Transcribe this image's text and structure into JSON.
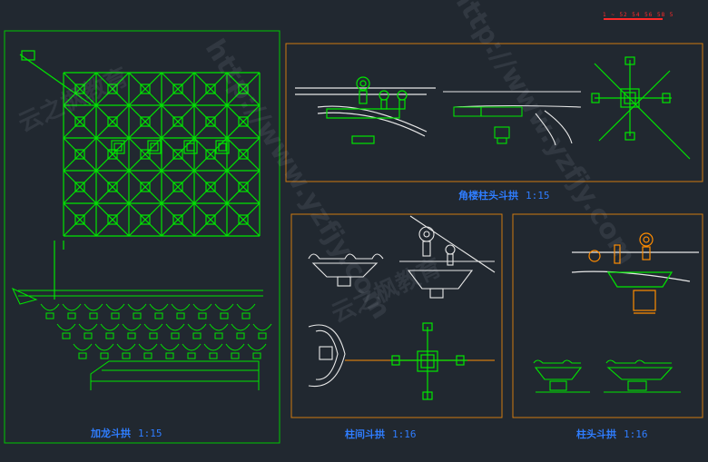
{
  "captions": {
    "left": {
      "title": "加龙斗拱",
      "scale": "1:15"
    },
    "top_right": {
      "title": "角楼柱头斗拱",
      "scale": "1:15"
    },
    "bottom_mid": {
      "title": "柱间斗拱",
      "scale": "1:16"
    },
    "bottom_right": {
      "title": "柱头斗拱",
      "scale": "1:16"
    }
  },
  "ruler_text": "1 ~ 52 54 56 58 5",
  "watermark": {
    "text": "http://www.yzfjy.com",
    "brand": "云之枫教育"
  },
  "colors": {
    "background": "#212830",
    "frame_green": "#00c800",
    "frame_orange": "#d07a10",
    "bracket_green": "#00e600",
    "bracket_white": "#e8e8e8",
    "caption_blue": "#2f7dff",
    "ruler_red": "#ff2a2a",
    "orange_detail": "#ff8c00"
  }
}
